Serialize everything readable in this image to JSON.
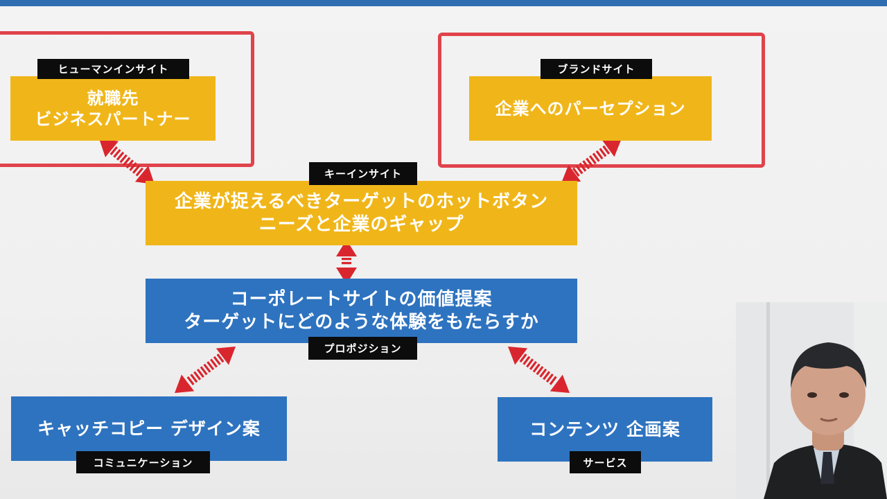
{
  "diagram": {
    "human_insight": {
      "tag": "ヒューマンインサイト",
      "line1": "就職先",
      "line2": "ビジネスパートナー"
    },
    "brand_site": {
      "tag": "ブランドサイト",
      "line1": "企業へのパーセプション"
    },
    "key_insight": {
      "tag": "キーインサイト",
      "line1": "企業が捉えるべきターゲットのホットボタン",
      "line2": "ニーズと企業のギャップ"
    },
    "proposition": {
      "tag": "プロポジション",
      "line1": "コーポレートサイトの価値提案",
      "line2": "ターゲットにどのような体験をもたらすか"
    },
    "communication": {
      "tag": "コミュニケーション",
      "line1": "キャッチコピー デザイン案"
    },
    "service": {
      "tag": "サービス",
      "line1": "コンテンツ 企画案"
    }
  },
  "colors": {
    "top_bar": "#2f6db3",
    "yellow_box": "#f0b619",
    "blue_box": "#2e73bf",
    "red_frame": "#e0434b",
    "arrow": "#d9262e",
    "tag_bg": "#0c0c0c"
  }
}
